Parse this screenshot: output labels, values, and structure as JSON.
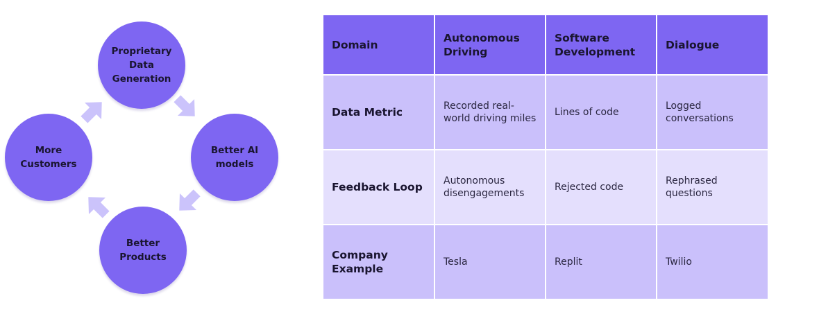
{
  "cycle": {
    "nodes": {
      "top": "Proprietary\nData\nGeneration",
      "right": "Better AI\nmodels",
      "bottom": "Better\nProducts",
      "left": "More\nCustomers"
    },
    "colors": {
      "node": "#7e66f2",
      "arrow": "#cbc3fb"
    }
  },
  "table": {
    "headers": [
      "Domain",
      "Autonomous\nDriving",
      "Software\nDevelopment",
      "Dialogue"
    ],
    "rows": [
      {
        "label": "Data Metric",
        "cells": [
          "Recorded real-\nworld driving miles",
          "Lines of code",
          "Logged\nconversations"
        ]
      },
      {
        "label": "Feedback Loop",
        "cells": [
          "Autonomous\ndisengagements",
          "Rejected code",
          "Rephrased\nquestions"
        ]
      },
      {
        "label": "Company\nExample",
        "cells": [
          "Tesla",
          "Replit",
          "Twilio"
        ]
      }
    ],
    "colors": {
      "header": "#7e66f2",
      "row_dark": "#cac0fb",
      "row_light": "#e4dffd"
    }
  }
}
